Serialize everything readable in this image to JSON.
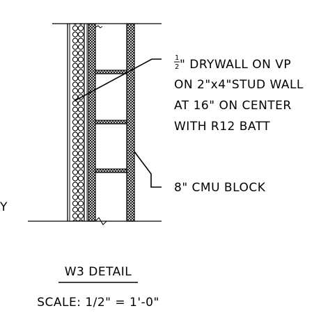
{
  "callouts": {
    "drywall": {
      "fraction_numerator": "1",
      "fraction_denominator": "2",
      "line1_rest": "\" DRYWALL ON VP",
      "line2": "ON 2\"x4\"STUD WALL",
      "line3": "AT 16\" ON CENTER",
      "line4": "WITH R12 BATT"
    },
    "cmu": "8\" CMU BLOCK",
    "cut_off_fragment": "Y"
  },
  "detail": {
    "title": "W3 DETAIL",
    "scale": "SCALE:  1/2\" = 1'-0\""
  }
}
